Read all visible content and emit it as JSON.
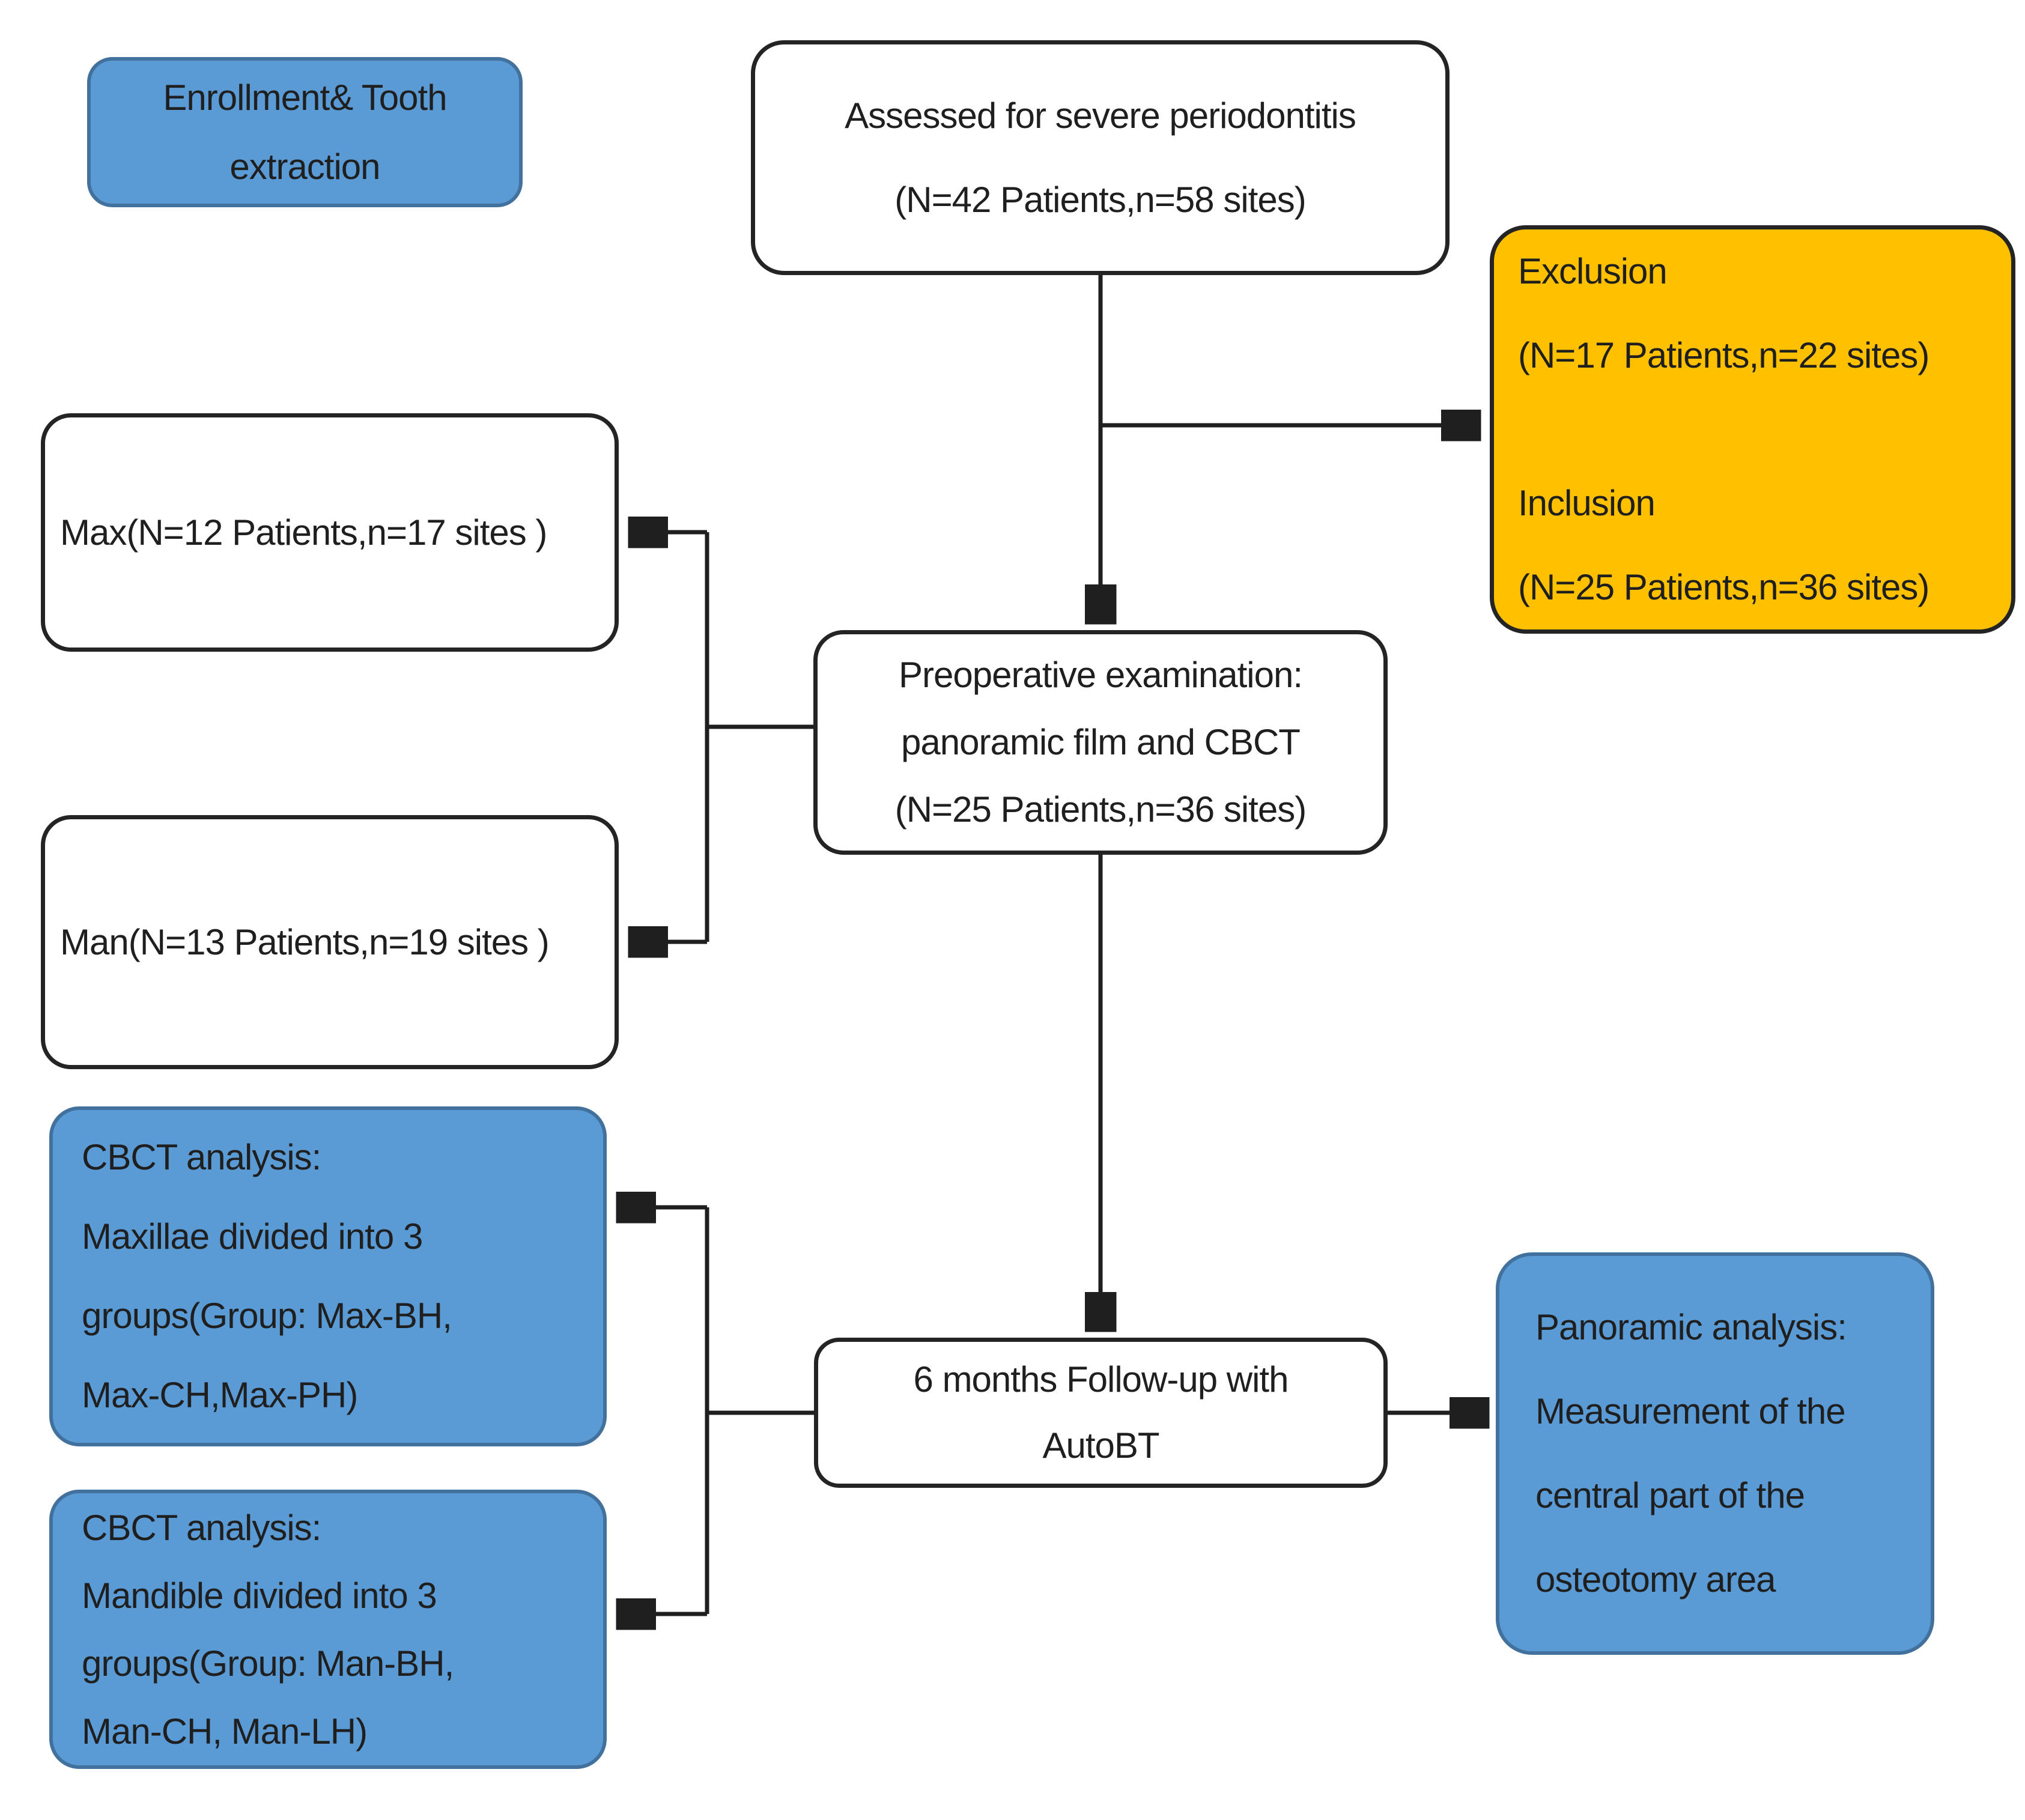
{
  "colors": {
    "background": "#ffffff",
    "blue_fill": "#5b9bd5",
    "blue_border": "#41719c",
    "orange_fill": "#ffc000",
    "box_border": "#242424",
    "connector": "#1f1f1f",
    "text": "#1f1f1f"
  },
  "boxes": {
    "enrollment": {
      "lines": [
        "Enrollment& Tooth",
        "extraction"
      ]
    },
    "assessed": {
      "lines": [
        "Assessed for severe periodontitis",
        "(N=42 Patients,n=58 sites)"
      ]
    },
    "exclusion_inclusion": {
      "lines": [
        "Exclusion",
        "(N=17 Patients,n=22 sites)",
        "Inclusion",
        "(N=25 Patients,n=36 sites)"
      ]
    },
    "max": {
      "lines": [
        "Max(N=12 Patients,n=17 sites )"
      ]
    },
    "preoperative": {
      "lines": [
        "Preoperative examination:",
        "panoramic film and CBCT",
        "(N=25 Patients,n=36 sites)"
      ]
    },
    "man": {
      "lines": [
        "Man(N=13 Patients,n=19 sites )"
      ]
    },
    "cbct_max": {
      "lines": [
        "CBCT analysis:",
        "Maxillae divided into 3",
        "groups(Group: Max-BH,",
        "Max-CH,Max-PH)"
      ]
    },
    "six_months": {
      "lines": [
        "6 months Follow-up with",
        "AutoBT"
      ]
    },
    "panoramic": {
      "lines": [
        "Panoramic analysis:",
        "Measurement of the",
        "central part of the",
        "osteotomy area"
      ]
    },
    "cbct_man": {
      "lines": [
        "CBCT analysis:",
        "Mandible divided into 3",
        "groups(Group: Man-BH,",
        "Man-CH, Man-LH)"
      ]
    }
  }
}
